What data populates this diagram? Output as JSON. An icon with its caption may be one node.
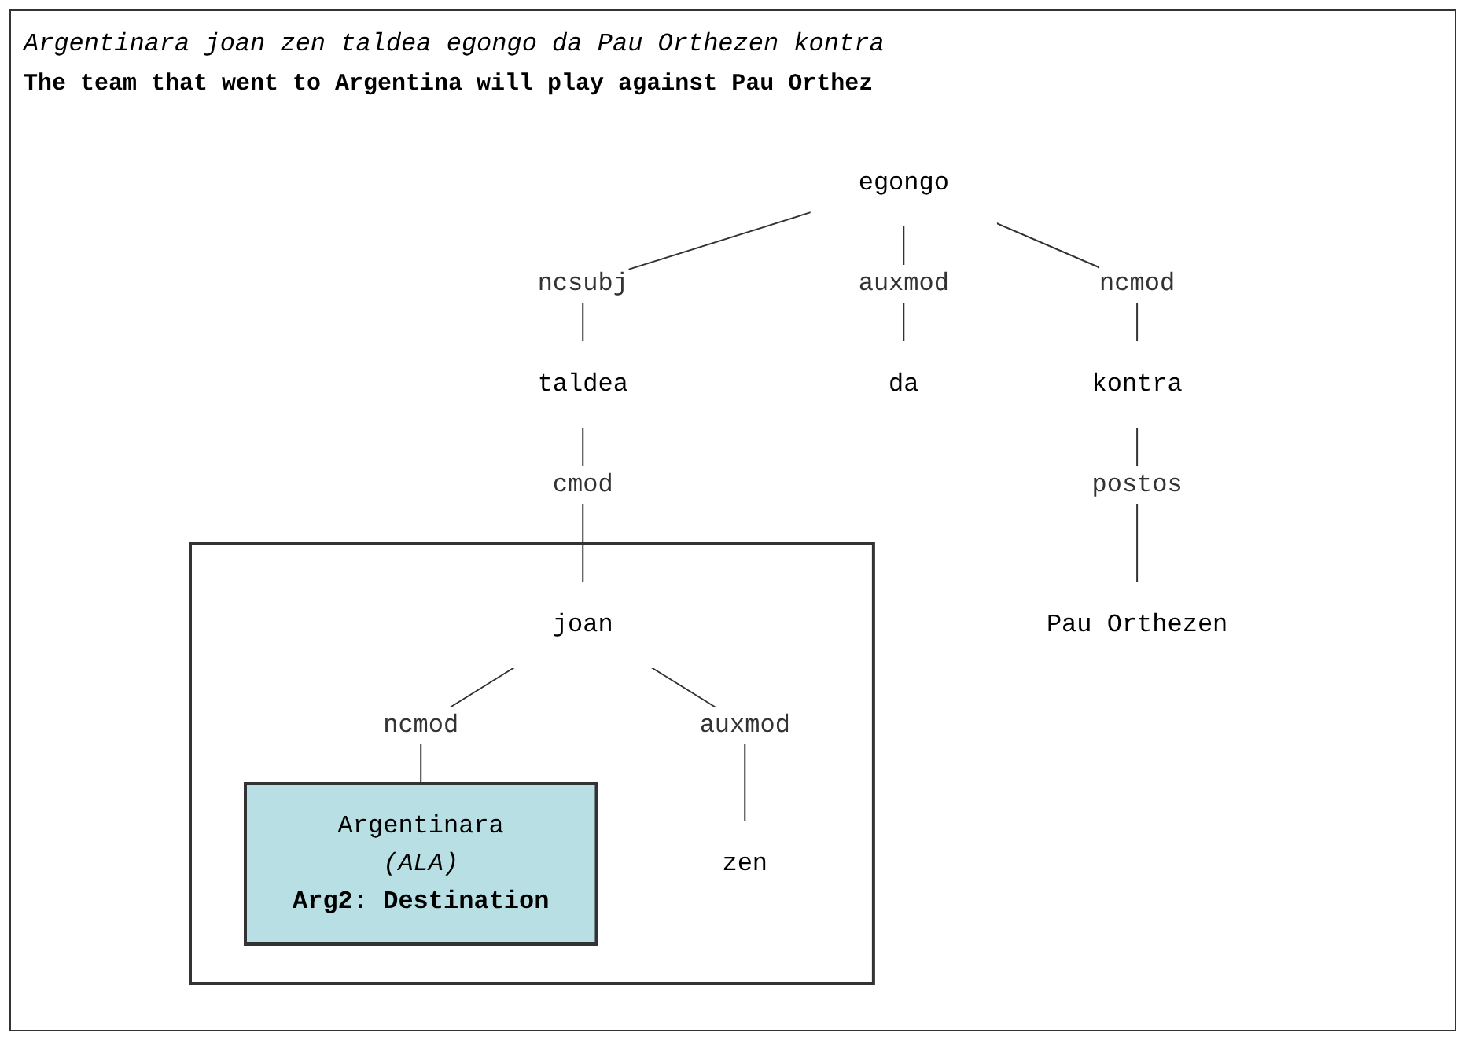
{
  "diagram": {
    "title": "Argentinara joan zen taldea egongo da Pau Orthezen kontra",
    "caption": "The team that went to Argentina will play against Pau Orthez",
    "nodes": [
      {
        "text": [
          "egongo"
        ]
      },
      {
        "text": [
          "taldea"
        ]
      },
      {
        "text": [
          "da"
        ]
      },
      {
        "text": [
          "kontra"
        ]
      },
      {
        "text": [],
        "shape": "box"
      },
      {
        "text": [
          "joan"
        ],
        "in": 4
      },
      {
        "text": [
          "Pau Orthezen"
        ]
      },
      {
        "text": [
          "Argentinara",
          "(ALA)",
          "Arg2: Destination"
        ],
        "in": 4
      },
      {
        "text": [
          "zen"
        ],
        "in": 4
      }
    ],
    "edges": [
      {
        "from": 0,
        "to": 1,
        "label": "ncsubj",
        "arrow": "none"
      },
      {
        "from": 0,
        "to": 2,
        "label": "auxmod",
        "arrow": "none"
      },
      {
        "from": 0,
        "to": 3,
        "label": "ncmod",
        "arrow": "none"
      },
      {
        "from": 1,
        "to": 5,
        "label": "cmod",
        "arrow": "none"
      },
      {
        "from": 3,
        "to": 6,
        "label": "postos",
        "arrow": "none"
      },
      {
        "from": 5,
        "to": 7,
        "label": "ncmod",
        "arrow": "none"
      },
      {
        "from": 5,
        "to": 8,
        "label": "auxmod",
        "arrow": "none"
      }
    ]
  }
}
